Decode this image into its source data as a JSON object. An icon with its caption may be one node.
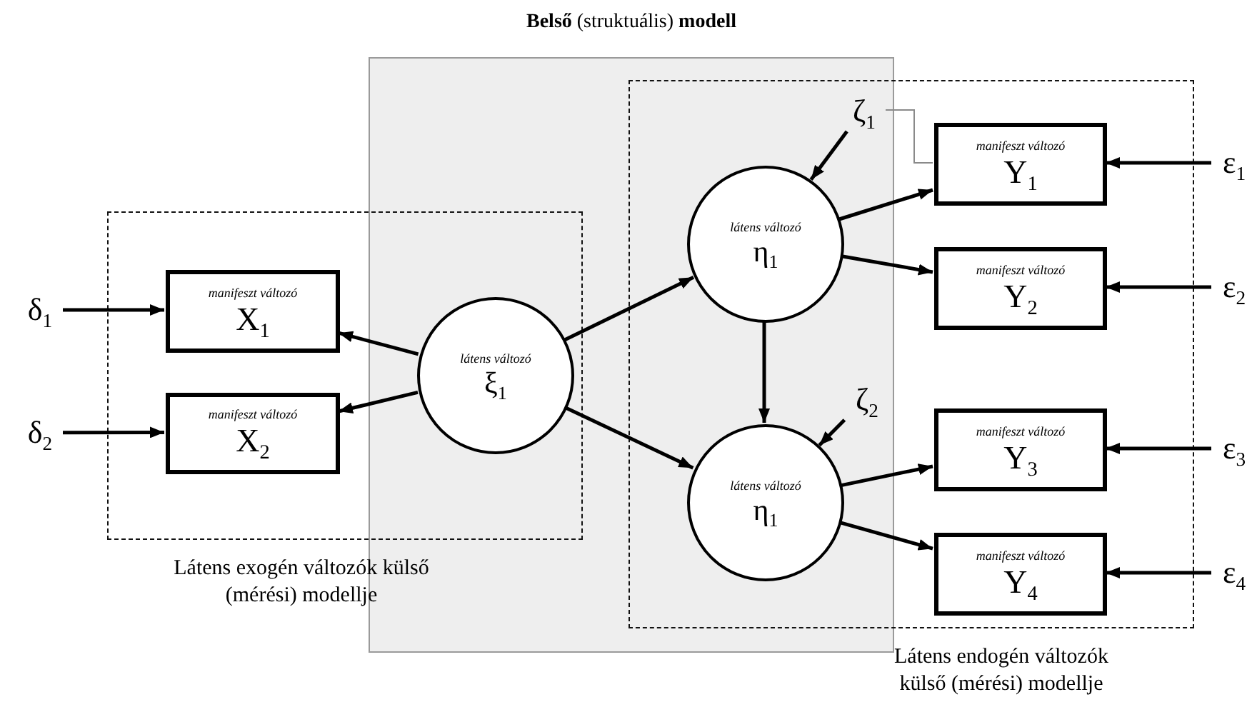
{
  "diagram": {
    "nodes": [
      {
        "text": [
          "Látens exogén változók külső (mérési) modellje"
        ]
      },
      {
        "text": [
          "Látens endogén változók külső (mérési) modellje"
        ]
      },
      {
        "text": [
          "manifeszt változó",
          "X$_{1}$"
        ],
        "in": 0
      },
      {
        "text": [
          "manifeszt változó",
          "X$_{2}$"
        ],
        "in": 0
      },
      {
        "text": [
          "látens változó",
          "ξ$_{1}$"
        ],
        "in": 0
      },
      {
        "text": [
          "látens változó",
          "η$_{1}$"
        ],
        "in": 1
      },
      {
        "text": [
          "látens változó",
          "η$_{1}$"
        ],
        "in": 1
      },
      {
        "text": [
          "manifeszt változó",
          "Y$_{1}$"
        ],
        "in": 1
      },
      {
        "text": [
          "manifeszt változó",
          "Y$_{2}$"
        ],
        "in": 1
      },
      {
        "text": [
          "manifeszt változó",
          "Y$_{3}$"
        ],
        "in": 1
      },
      {
        "text": [
          "manifeszt változó",
          "Y$_{4}$"
        ],
        "in": 1
      },
      {
        "text": [
          "δ$_{1}$"
        ]
      },
      {
        "text": [
          "δ$_{2}$"
        ]
      },
      {
        "text": [
          "ζ$_{1}$"
        ],
        "in": 1
      },
      {
        "text": [
          "ζ$_{2}$"
        ],
        "in": 1
      },
      {
        "text": [
          "ε$_{1}$"
        ]
      },
      {
        "text": [
          "ε$_{2}$"
        ]
      },
      {
        "text": [
          "ε$_{3}$"
        ]
      },
      {
        "text": [
          "ε$_{4}$"
        ]
      }
    ],
    "edges": [
      {
        "from": 11,
        "to": 2,
        "arrow": "to"
      },
      {
        "from": 12,
        "to": 3,
        "arrow": "to"
      },
      {
        "from": 4,
        "to": 2,
        "arrow": "to"
      },
      {
        "from": 4,
        "to": 3,
        "arrow": "to"
      },
      {
        "from": 4,
        "to": 5,
        "arrow": "to"
      },
      {
        "from": 4,
        "to": 6,
        "arrow": "to"
      },
      {
        "from": 5,
        "to": 6,
        "arrow": "to"
      },
      {
        "from": 13,
        "to": 5,
        "arrow": "to"
      },
      {
        "from": 14,
        "to": 6,
        "arrow": "to"
      },
      {
        "from": 5,
        "to": 7,
        "arrow": "to"
      },
      {
        "from": 5,
        "to": 8,
        "arrow": "to"
      },
      {
        "from": 6,
        "to": 9,
        "arrow": "to"
      },
      {
        "from": 6,
        "to": 10,
        "arrow": "to"
      },
      {
        "from": 15,
        "to": 7,
        "arrow": "to"
      },
      {
        "from": 16,
        "to": 8,
        "arrow": "to"
      },
      {
        "from": 17,
        "to": 9,
        "arrow": "to"
      },
      {
        "from": 18,
        "to": 10,
        "arrow": "to"
      },
      {
        "from": 13,
        "to": 7,
        "arrow": "none",
        "color": "#8a8a8a"
      }
    ],
    "labels": [
      "**Belső** (struktuális) **modell**"
    ]
  }
}
